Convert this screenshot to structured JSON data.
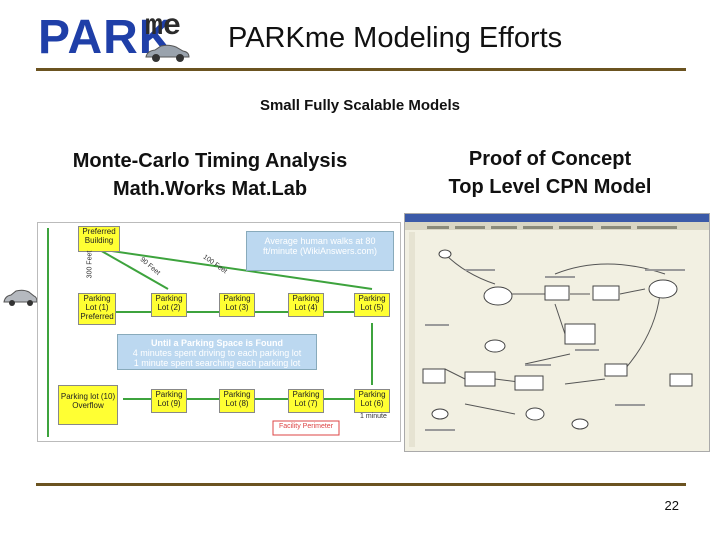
{
  "logo": {
    "park": "PARK",
    "me": "me"
  },
  "header": {
    "title": "PARKme Modeling Efforts"
  },
  "subtitle": "Small Fully Scalable Models",
  "left_section": {
    "line1": "Monte-Carlo Timing Analysis",
    "line2": "Math.Works Mat.Lab"
  },
  "right_section": {
    "line1": "Proof of Concept",
    "line2": "Top Level CPN Model"
  },
  "flowchart": {
    "preferred_building": "Preferred Building",
    "walk_note": "Average human walks at 80 ft/minute (WikiAnswers.com)",
    "distance_300": "300 Feet",
    "distance_90": "90 Feet",
    "distance_100": "100 Feet",
    "lots_top": [
      "Parking Lot (1) Preferred",
      "Parking Lot (2)",
      "Parking Lot (3)",
      "Parking Lot (4)",
      "Parking Lot (5)"
    ],
    "until_note": [
      "Until a Parking Space is Found",
      "4 minutes spent driving to each parking lot",
      "1 minute spent searching each parking lot"
    ],
    "lots_bottom": [
      "Parking lot (10) Overflow",
      "Parking Lot (9)",
      "Parking Lot (8)",
      "Parking Lot (7)",
      "Parking Lot (6)"
    ],
    "facility_note": "Facility Perimeter",
    "one_minute": "1 minute"
  },
  "page_number": "22",
  "colors": {
    "logo_blue": "#1f3fa8",
    "rule": "#6b5320",
    "box_yellow": "#ffff33",
    "note_blue": "#bcd8f0",
    "arrow_green": "#3da33d"
  }
}
